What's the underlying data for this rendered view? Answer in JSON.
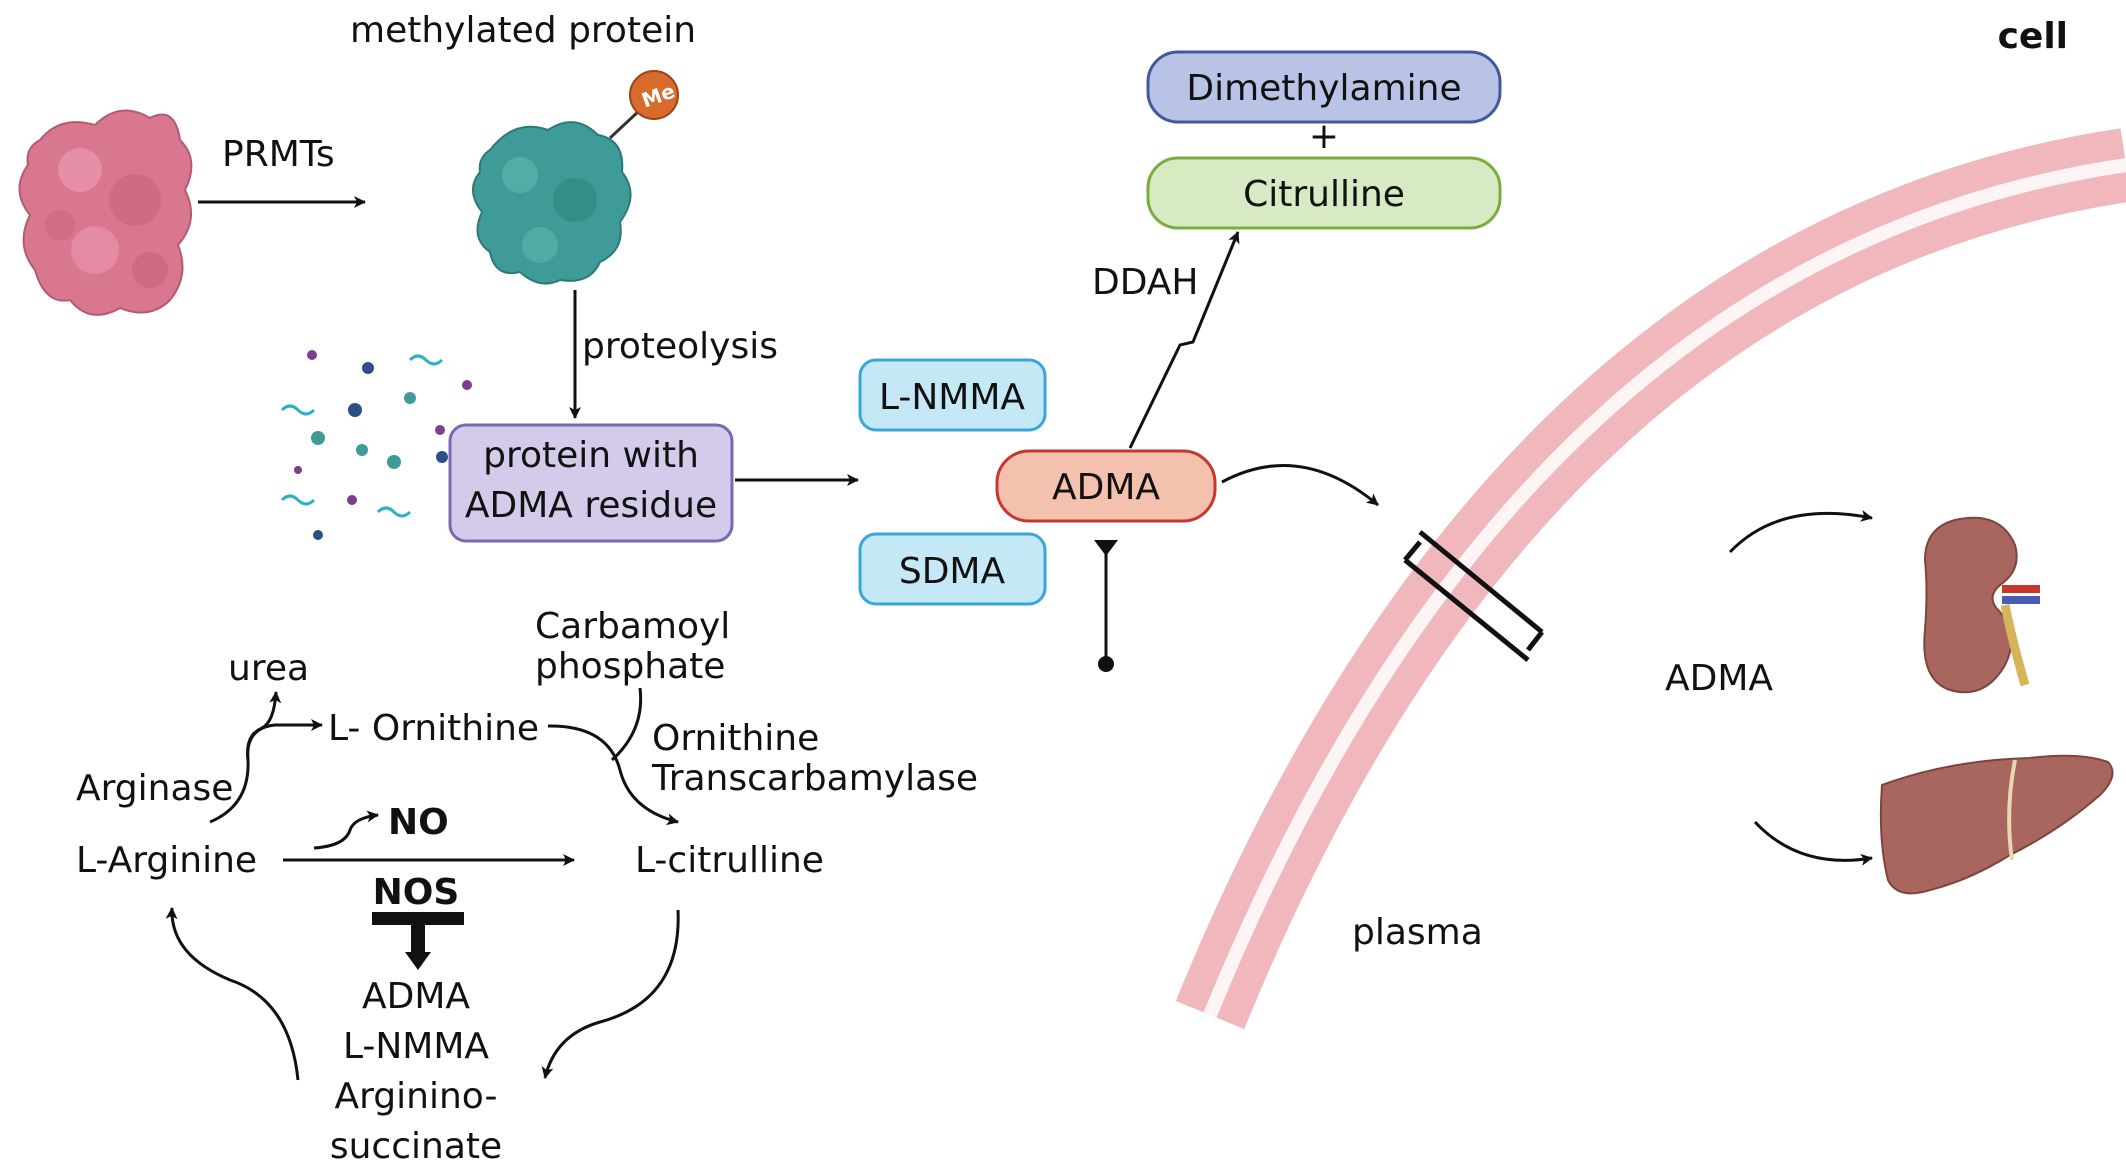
{
  "labels": {
    "cell": "cell",
    "methylated_protein": "methylated protein",
    "me_badge": "Me",
    "prmts": "PRMTs",
    "proteolysis": "proteolysis",
    "protein_adma_line1": "protein with",
    "protein_adma_line2": "ADMA residue",
    "lnmma_box": "L-NMMA",
    "sdma_box": "SDMA",
    "adma_box": "ADMA",
    "dimethylamine": "Dimethylamine",
    "plus": "+",
    "citrulline": "Citrulline",
    "ddah": "DDAH",
    "plasma": "plasma",
    "adma_plasma": "ADMA",
    "urea": "urea",
    "l_ornithine": "L- Ornithine",
    "carbamoyl_line1": "Carbamoyl",
    "carbamoyl_line2": "phosphate",
    "otc_line1": "Ornithine",
    "otc_line2": "Transcarbamylase",
    "arginase": "Arginase",
    "no": "NO",
    "l_arginine": "L-Arginine",
    "l_citrulline": "L-citrulline",
    "nos": "NOS",
    "inhib_adma": "ADMA",
    "inhib_lnmma": "L-NMMA",
    "inhib_argsucc_line1": "Arginino-",
    "inhib_argsucc_line2": "succinate"
  },
  "colors": {
    "protein_pink": "#d9778f",
    "protein_teal": "#3f9b97",
    "me_orange": "#d86a2c",
    "box_purple_fill": "#d4cbea",
    "box_purple_stroke": "#7b68b5",
    "box_blue_fill": "#c5e8f7",
    "box_blue_stroke": "#3aa6d8",
    "box_red_fill": "#f3c1ae",
    "box_red_stroke": "#c8372d",
    "dimethylamine_fill": "#b9c3e6",
    "dimethylamine_stroke": "#43599e",
    "citrulline_fill": "#d7eac3",
    "citrulline_stroke": "#79ad3c",
    "membrane": "#f0b8bd",
    "organ_brown": "#a8665e"
  },
  "icons": [
    "pink-protein-icon",
    "teal-protein-icon",
    "amino-acid-fragments-icon",
    "kidney-icon",
    "liver-icon"
  ]
}
